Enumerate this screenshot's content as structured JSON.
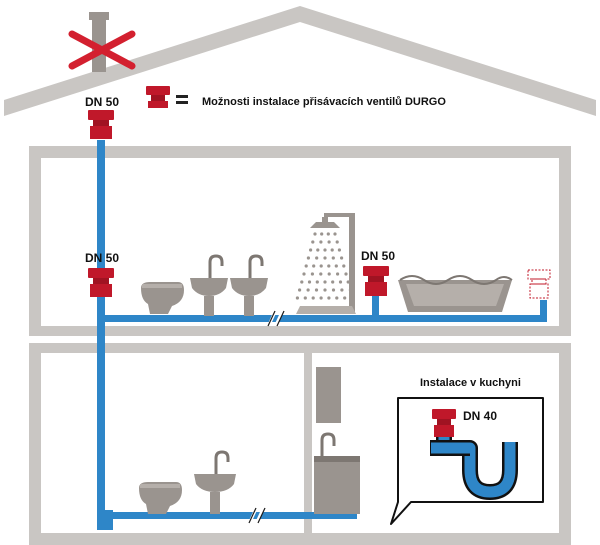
{
  "legend": {
    "text": "Možnosti instalace přisávacích ventilů DURGO",
    "symbol": "valve-icon"
  },
  "labels": {
    "roof_valve": "DN 50",
    "stack_valve": "DN 50",
    "shower_valve": "DN 50",
    "kitchen_valve": "DN 40"
  },
  "kitchen_callout": {
    "title": "Instalace v kuchyni"
  },
  "icons": {
    "roof_vent": "crossed-out-vent-pipe-icon",
    "toilet": "toilet-icon",
    "sink": "washbasin-icon",
    "shower": "shower-icon",
    "bathtub": "bathtub-icon",
    "kitchen_cabinet": "kitchen-cabinet-icon",
    "siphon": "siphon-trap-icon"
  },
  "colors": {
    "pipe": "#2e86c8",
    "pipe_dark": "#1c5d94",
    "valve": "#c0182a",
    "valve_dark": "#8e0f1c",
    "wall": "#c9c6c3",
    "fixture": "#9a948f",
    "fixture_dark": "#7d7772",
    "cross": "#d3202f"
  }
}
